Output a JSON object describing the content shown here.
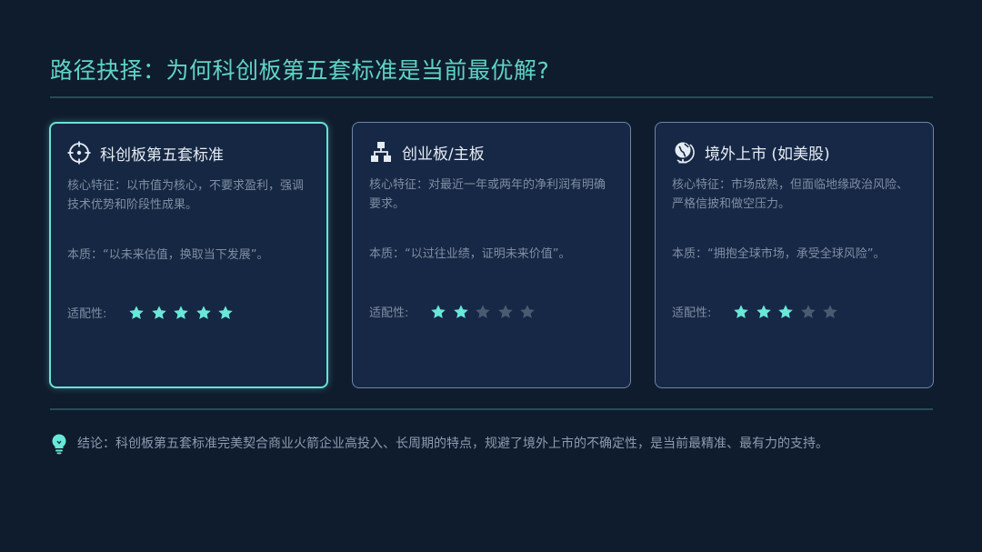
{
  "title": "路径抉择：为何科创板第五套标准是当前最优解?",
  "colors": {
    "accent": "#5fd3c6",
    "star_filled": "#69e8da",
    "star_empty": "#4a5a70",
    "card_border": "#6e85a6",
    "background": "#0f1c2e"
  },
  "cards": [
    {
      "icon": "target-icon",
      "title": "科创板第五套标准",
      "core": "核心特征：以市值为核心，不要求盈利，强调技术优势和阶段性成果。",
      "essence": "本质：“以未来估值，换取当下发展”。",
      "rating_label": "适配性:",
      "rating": 5,
      "rating_max": 5
    },
    {
      "icon": "sitemap-icon",
      "title": "创业板/主板",
      "core": "核心特征：对最近一年或两年的净利润有明确要求。",
      "essence": "本质：“以过往业绩，证明未来价值”。",
      "rating_label": "适配性:",
      "rating": 2,
      "rating_max": 5
    },
    {
      "icon": "globe-icon",
      "title": "境外上市 (如美股)",
      "core": "核心特征：市场成熟，但面临地缘政治风险、严格信披和做空压力。",
      "essence": "本质：“拥抱全球市场，承受全球风险”。",
      "rating_label": "适配性:",
      "rating": 3,
      "rating_max": 5
    }
  ],
  "conclusion": {
    "icon": "lightbulb-icon",
    "text": "结论：科创板第五套标准完美契合商业火箭企业高投入、长周期的特点，规避了境外上市的不确定性，是当前最精准、最有力的支持。"
  }
}
